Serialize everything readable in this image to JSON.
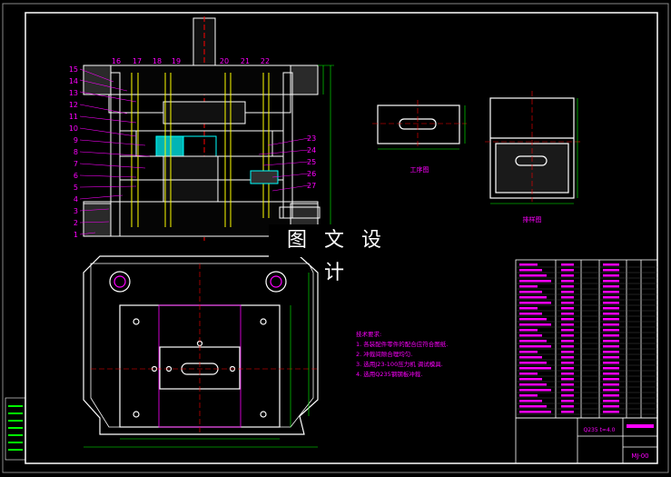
{
  "watermark": "图 文 设 计",
  "callouts_left": [
    "15",
    "14",
    "13",
    "12",
    "11",
    "10",
    "9",
    "8",
    "7",
    "6",
    "5",
    "4",
    "3",
    "2",
    "1"
  ],
  "callouts_top": [
    "16",
    "17",
    "18",
    "19",
    "20",
    "21",
    "22"
  ],
  "callouts_right": [
    "23",
    "24",
    "25",
    "26",
    "27"
  ],
  "view_labels": {
    "workpiece": "工序图",
    "strip": "排样图"
  },
  "tech_notes": {
    "title": "技术要求:",
    "items": [
      "1. 各装配件零件的配合应符合图纸.",
      "2. 冲裁间隙合理均匀.",
      "3. 选用J23-100压力机 调试模具.",
      "4. 选用Q235钢钢板冲裁."
    ]
  },
  "title_block": {
    "material": "Q235 t=4.0",
    "drawing_no": "MJ-00"
  },
  "colors": {
    "outline": "#ffffff",
    "section": "#00ffff",
    "accent": "#ff00ff",
    "dimension": "#00ff00",
    "centerline": "#ff0000",
    "highlight": "#ffff00",
    "background": "#000000"
  }
}
